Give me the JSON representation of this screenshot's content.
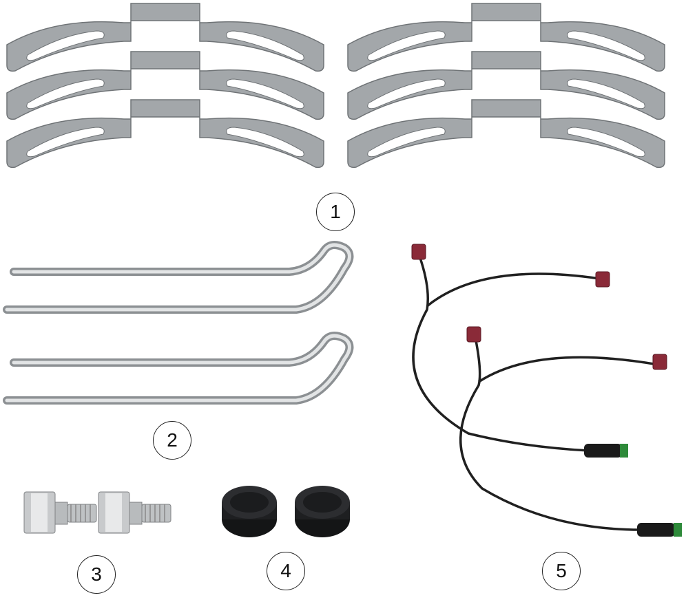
{
  "parts": [
    {
      "callout": "1",
      "icon": "retaining-clip-icon"
    },
    {
      "callout": "2",
      "icon": "wire-spring-rod-icon"
    },
    {
      "callout": "3",
      "icon": "hex-bolt-icon"
    },
    {
      "callout": "4",
      "icon": "rubber-cap-icon"
    },
    {
      "callout": "5",
      "icon": "wear-sensor-cable-icon"
    }
  ],
  "colors": {
    "metal": "#a3a7aa",
    "rod": "#c9ccce",
    "rubber": "#1e1f21",
    "connector": "#8a2a38",
    "cable": "#202020",
    "seal": "#2e8a3a"
  }
}
